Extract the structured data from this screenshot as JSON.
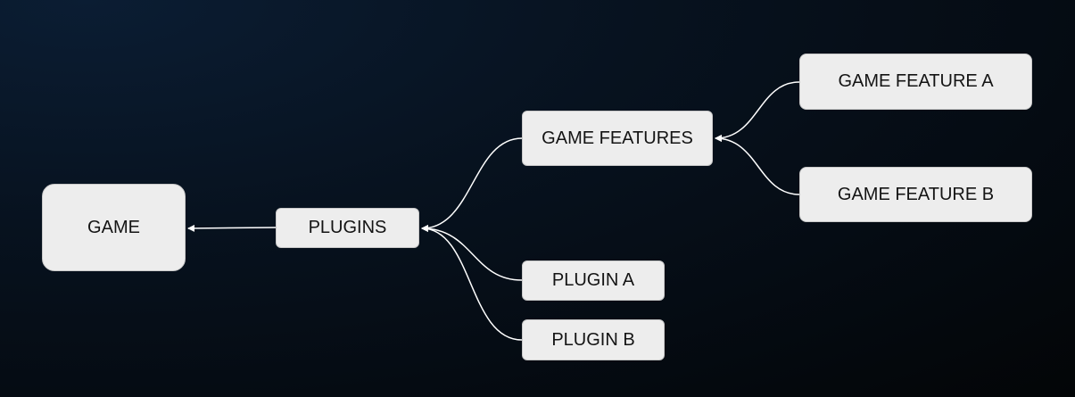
{
  "diagram": {
    "nodes": {
      "game": "GAME",
      "plugins": "PLUGINS",
      "game_features": "GAME FEATURES",
      "game_feature_a": "GAME FEATURE A",
      "game_feature_b": "GAME FEATURE B",
      "plugin_a": "PLUGIN A",
      "plugin_b": "PLUGIN B"
    },
    "edges": [
      {
        "from": "plugins",
        "to": "game"
      },
      {
        "from": "game_features",
        "to": "plugins"
      },
      {
        "from": "plugin_a",
        "to": "plugins"
      },
      {
        "from": "plugin_b",
        "to": "plugins"
      },
      {
        "from": "game_feature_a",
        "to": "game_features"
      },
      {
        "from": "game_feature_b",
        "to": "game_features"
      }
    ],
    "colors": {
      "node_fill": "#ededed",
      "connector": "#ffffff",
      "background": "#050a12"
    }
  }
}
